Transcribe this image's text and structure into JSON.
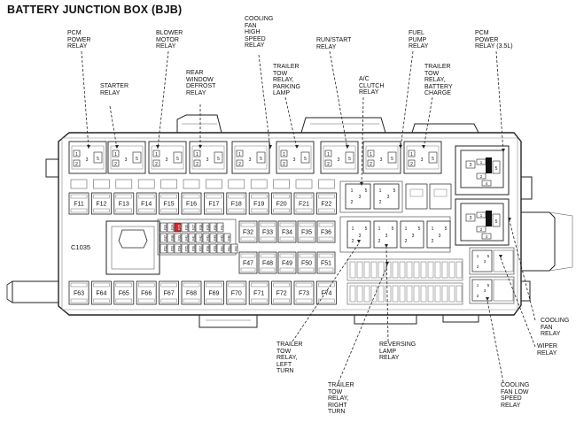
{
  "title": "BATTERY JUNCTION BOX (BJB)",
  "labels": {
    "pcm_power_relay": "PCM\nPOWER\nRELAY",
    "blower_motor_relay": "BLOWER\nMOTOR\nRELAY",
    "cooling_fan_high_speed_relay": "COOLING\nFAN\nHIGH\nSPEED\nRELAY",
    "run_start_relay": "RUN/START\nRELAY",
    "fuel_pump_relay": "FUEL\nPUMP\nRELAY",
    "pcm_power_relay_35l": "PCM\nPOWER\nRELAY (3.5L)",
    "starter_relay": "STARTER\nRELAY",
    "rear_window_defrost_relay": "REAR\nWINDOW\nDEFROST\nRELAY",
    "trailer_tow_parking_lamp": "TRAILER\nTOW\nRELAY,\nPARKING\nLAMP",
    "ac_clutch_relay": "A/C\nCLUTCH\nRELAY",
    "trailer_tow_battery_charge": "TRAILER\nTOW\nRELAY,\nBATTERY\nCHARGE",
    "c1035": "C1035",
    "cooling_fan_relay": "COOLING\nFAN\nRELAY",
    "wiper_relay": "WIPER\nRELAY",
    "trailer_tow_left_turn": "TRAILER\nTOW\nRELAY,\nLEFT\nTURN",
    "reversing_lamp_relay": "REVERSING\nLAMP\nRELAY",
    "trailer_tow_right_turn": "TRAILER\nTOW\nRELAY,\nRIGHT\nTURN",
    "cooling_fan_low_speed_relay": "COOLING\nFAN LOW\nSPEED\nRELAY"
  },
  "fuses": {
    "row1": [
      "F11",
      "F12",
      "F13",
      "F14",
      "F15",
      "F16",
      "F17",
      "F18",
      "F19",
      "F20",
      "F21",
      "F22"
    ],
    "row2": [
      "F32",
      "F33",
      "F34",
      "F35",
      "F36"
    ],
    "row3": [
      "F47",
      "F48",
      "F49",
      "F50",
      "F51"
    ],
    "row4": [
      "F63",
      "F64",
      "F65",
      "F66",
      "F67",
      "F68",
      "F69",
      "F70",
      "F71",
      "F72",
      "F73",
      "F74"
    ],
    "mini_rows": [
      [
        "F23",
        "F24",
        "F25",
        "F26",
        "F27",
        "F28",
        "F29",
        "F30",
        "F31"
      ],
      [
        "F37",
        "F38",
        "F39",
        "F40",
        "F41",
        "F42",
        "F43",
        "F44",
        "F45",
        "F46"
      ],
      [
        "F52",
        "F53",
        "F54",
        "F55",
        "F56",
        "F57",
        "F58",
        "F59",
        "F60",
        "F61",
        "F62"
      ]
    ]
  },
  "relay_pins": {
    "top": [
      "1",
      "2",
      "3",
      "5"
    ],
    "small": [
      "1",
      "2",
      "3",
      "5"
    ],
    "large": [
      "1",
      "2",
      "3",
      "4",
      "5"
    ]
  },
  "colors": {
    "line": "#222222",
    "highlight": "#d9262a"
  }
}
